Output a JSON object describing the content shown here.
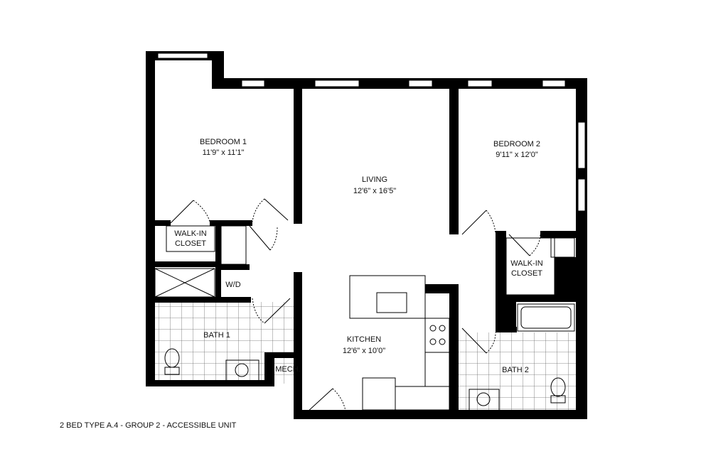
{
  "plan": {
    "caption": "2 BED TYPE A.4 - GROUP 2 - ACCESSIBLE UNIT",
    "wall_color": "#000000",
    "rooms": [
      {
        "name": "BEDROOM 1",
        "size": "11'9\" x 11'1\""
      },
      {
        "name": "LIVING",
        "size": "12'6\" x 16'5\""
      },
      {
        "name": "BEDROOM 2",
        "size": "9'11\" x 12'0\""
      },
      {
        "name": "KITCHEN",
        "size": "12'6\" x 10'0\""
      }
    ],
    "labels": {
      "closet1_a": "WALK-IN",
      "closet1_b": "CLOSET",
      "closet2_a": "WALK-IN",
      "closet2_b": "CLOSET",
      "wd": "W/D",
      "bath1": "BATH 1",
      "bath2": "BATH 2",
      "mech": "MECH."
    }
  }
}
